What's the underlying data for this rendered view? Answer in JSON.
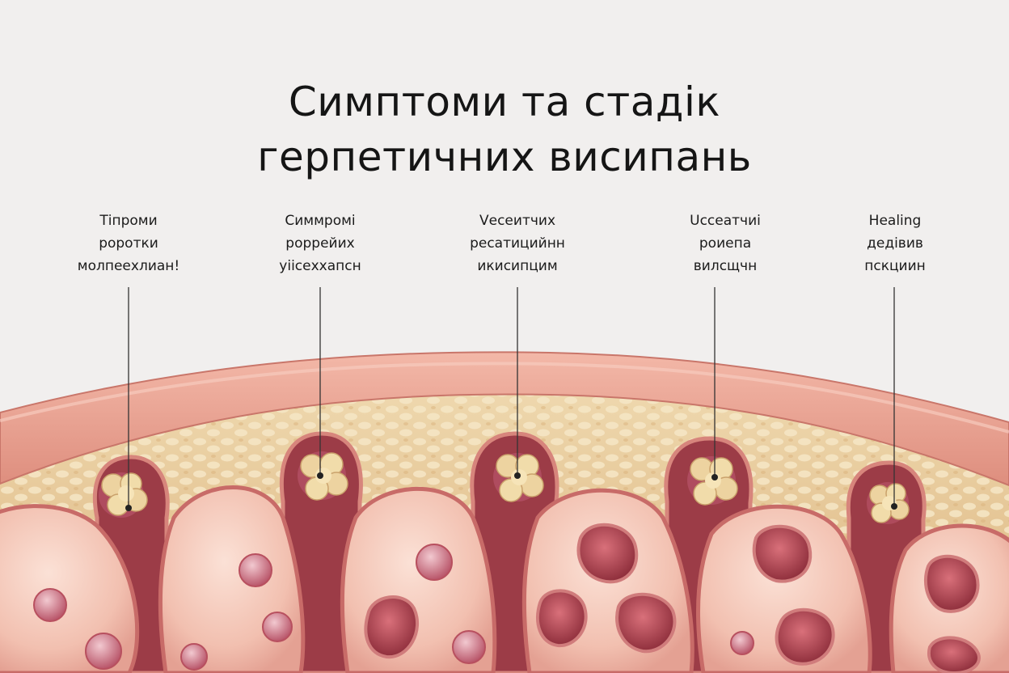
{
  "title": {
    "line1": "Симптоми та стадік",
    "line2": "герпетичних висипань"
  },
  "stages": [
    {
      "lines": [
        "Тіпроми",
        "роротки",
        "молпеехлиан!"
      ]
    },
    {
      "lines": [
        "Симмромі",
        "роррейих",
        "уiісехxапсн"
      ]
    },
    {
      "lines": [
        "Vесеитчих",
        "ресатицийнн",
        "икисипцим"
      ]
    },
    {
      "lines": [
        "Uссеатчиі",
        "роиепа",
        "вилсщчн"
      ]
    },
    {
      "lines": [
        "Healing",
        "дедівив",
        "пскциин"
      ]
    }
  ],
  "colors": {
    "background": "#f1efee",
    "outer_skin": "#e9a08f",
    "fat_layer": "#e9cfa2",
    "dermis": "#b8565a",
    "cell_fill": "#f2c3b3",
    "vesicle_core": "#e8c98d",
    "leader_line": "#333333"
  }
}
